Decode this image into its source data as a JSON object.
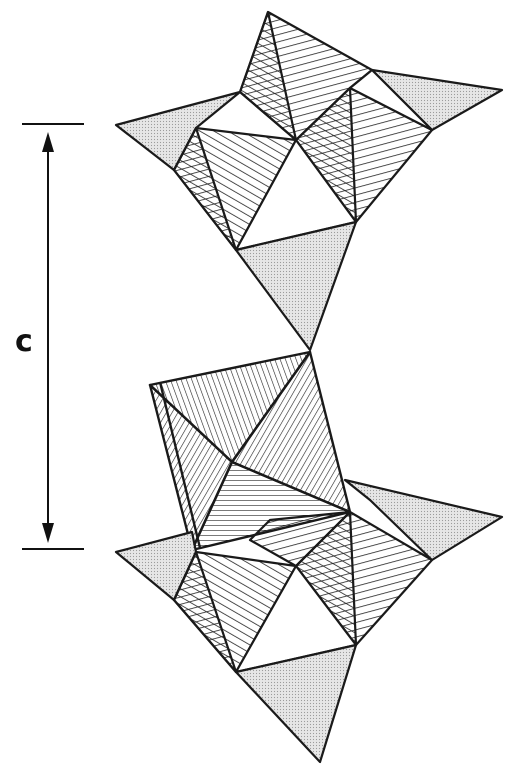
{
  "dimension_label": "c",
  "colors": {
    "stroke": "#1a1a1a",
    "stipple": "#d4d4d4",
    "hatch": "#222222",
    "background": "#ffffff"
  },
  "legend_patterns": [
    "stippled-tetrahedron",
    "hatched-octahedron",
    "hatched-tetrahedron"
  ]
}
